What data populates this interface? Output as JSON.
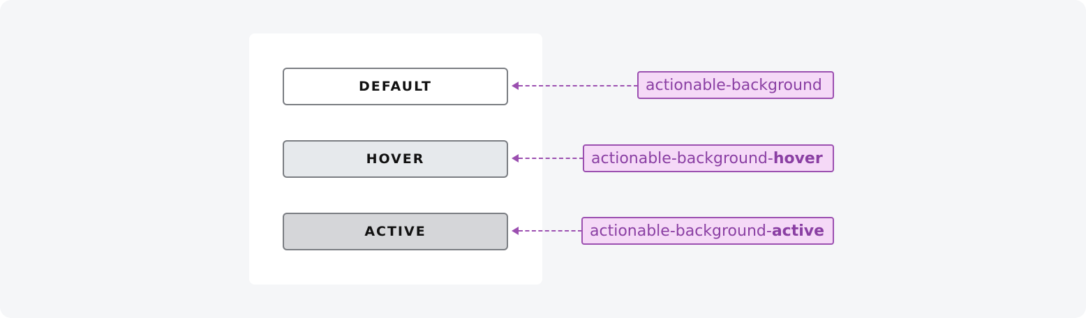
{
  "buttons": [
    {
      "label": "DEFAULT"
    },
    {
      "label": "HOVER"
    },
    {
      "label": "ACTIVE"
    }
  ],
  "tokens": [
    {
      "base": "actionable-background",
      "suffix": ""
    },
    {
      "base": "actionable-background-",
      "suffix": "hover"
    },
    {
      "base": "actionable-background-",
      "suffix": "active"
    }
  ],
  "colors": {
    "canvas": "#f5f6f8",
    "card": "#ffffff",
    "default_bg": "#ffffff",
    "hover_bg": "#e6e9ec",
    "active_bg": "#d5d6d9",
    "accent": "#9b4fb0",
    "tag_bg": "#f5d9f7"
  }
}
